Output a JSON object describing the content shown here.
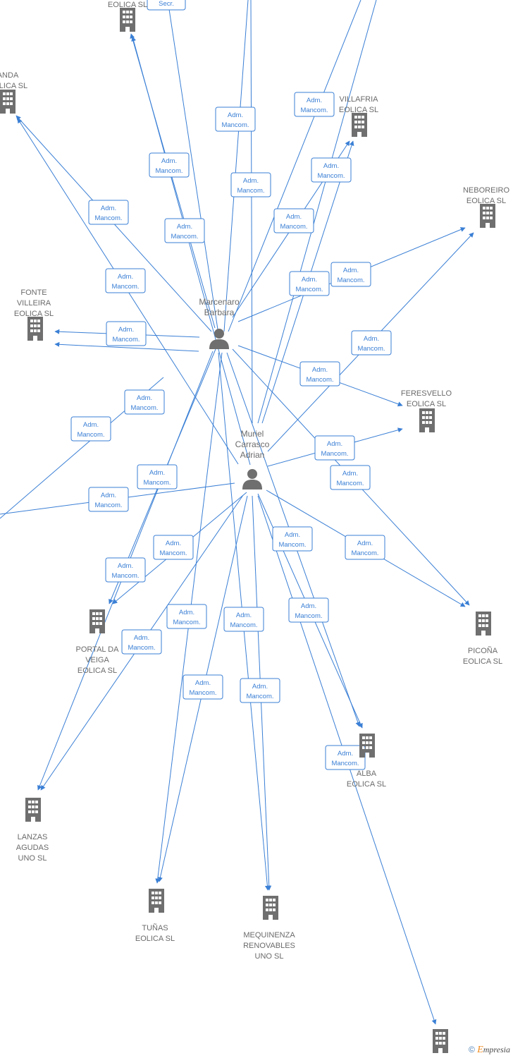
{
  "people": [
    {
      "id": "barbara",
      "lines": [
        "Marcenaro",
        "Barbara"
      ]
    },
    {
      "id": "adrian",
      "lines": [
        "Muriel",
        "Carrasco",
        "Adrian"
      ]
    }
  ],
  "companies": [
    {
      "id": "top_left",
      "lines": [
        "EOLICA SL"
      ]
    },
    {
      "id": "anda",
      "lines": [
        "ANDA",
        "EOLICA SL"
      ]
    },
    {
      "id": "villafria",
      "lines": [
        "VILLAFRIA",
        "EOLICA SL"
      ]
    },
    {
      "id": "neboreiro",
      "lines": [
        "NEBOREIRO",
        "EOLICA SL"
      ]
    },
    {
      "id": "fonte",
      "lines": [
        "FONTE",
        "VILLEIRA",
        "EOLICA SL"
      ]
    },
    {
      "id": "feresvello",
      "lines": [
        "FERESVELLO",
        "EOLICA SL"
      ]
    },
    {
      "id": "portal",
      "lines": [
        "PORTAL DA",
        "VEIGA",
        "EOLICA SL"
      ]
    },
    {
      "id": "picona",
      "lines": [
        "PICOÑA",
        "EOLICA SL"
      ]
    },
    {
      "id": "alba",
      "lines": [
        "ALBA",
        "EOLICA SL"
      ]
    },
    {
      "id": "lanzas",
      "lines": [
        "LANZAS",
        "AGUDAS",
        "UNO SL"
      ]
    },
    {
      "id": "tunas",
      "lines": [
        "TUÑAS",
        "EOLICA SL"
      ]
    },
    {
      "id": "mequinenza",
      "lines": [
        "MEQUINENZA",
        "RENOVABLES",
        "UNO SL"
      ]
    },
    {
      "id": "bottom_right",
      "lines": []
    }
  ],
  "edge_label": {
    "line1": "Adm.",
    "line2": "Mancom."
  },
  "secr_label": "Secr.",
  "footer": {
    "copyright": "©",
    "brand_e": "E",
    "brand_rest": "mpresia"
  }
}
